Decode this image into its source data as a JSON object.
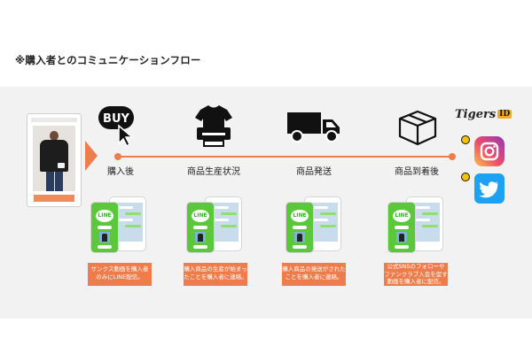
{
  "title": "※購入者とのコミュニケーションフロー",
  "product_page": {
    "url_bar": "",
    "cta_label": ""
  },
  "steps": [
    {
      "label": "購入後",
      "icon": "buy-cursor-icon",
      "icon_text": "BUY",
      "caption": [
        "サンクス動画を購入者",
        "のみにLINE配信。"
      ]
    },
    {
      "label": "商品生産状況",
      "icon": "tshirt-printer-icon",
      "caption": [
        "購入商品の生産が始まっ",
        "たことを購入者に連絡。"
      ]
    },
    {
      "label": "商品発送",
      "icon": "delivery-truck-icon",
      "caption": [
        "購入商品の発送がされた",
        "ことを購入者に連絡。"
      ]
    },
    {
      "label": "商品到着後",
      "icon": "package-box-icon",
      "caption": [
        "公式SNSのフォローや",
        "ファンクラブ入会を促す",
        "動画を購入者に配信。"
      ]
    }
  ],
  "phone_mock": {
    "app_label": "LINE"
  },
  "sns": {
    "brand_text": "Tigers",
    "brand_badge": "ID",
    "platforms": [
      "instagram",
      "twitter"
    ]
  },
  "colors": {
    "accent": "#ef7d4b",
    "line_green": "#5ac83a",
    "instagram": "#e1306c",
    "twitter": "#1da1f2"
  }
}
